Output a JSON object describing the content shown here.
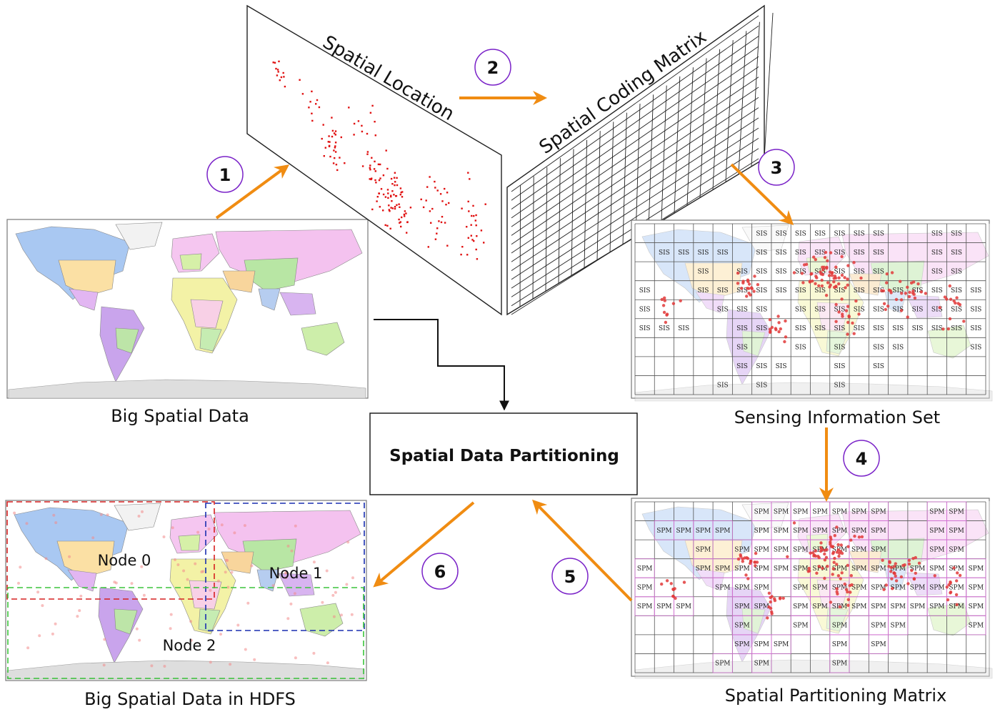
{
  "steps": [
    "1",
    "2",
    "3",
    "4",
    "5",
    "6"
  ],
  "labels": {
    "big_spatial_data": "Big Spatial Data",
    "spatial_location": "Spatial Location",
    "spatial_coding_matrix": "Spatial Coding Matrix",
    "sensing_information_set": "Sensing Information Set",
    "spatial_data_partitioning": "Spatial Data Partitioning",
    "spatial_partitioning_matrix": "Spatial Partitioning Matrix",
    "big_spatial_data_hdfs": "Big Spatial Data in HDFS"
  },
  "nodes": [
    "Node 0",
    "Node 1",
    "Node 2"
  ],
  "cell_tags": {
    "sis": "SIS",
    "spm": "SPM"
  },
  "colors": {
    "arrow": "#f08c12",
    "step_circle": "#7a22c8",
    "points": "#e01010",
    "node0_border": "#d62020",
    "node1_border": "#1a2fb0",
    "node2_border": "#3cc43c",
    "partition_pink": "#d870d8"
  }
}
